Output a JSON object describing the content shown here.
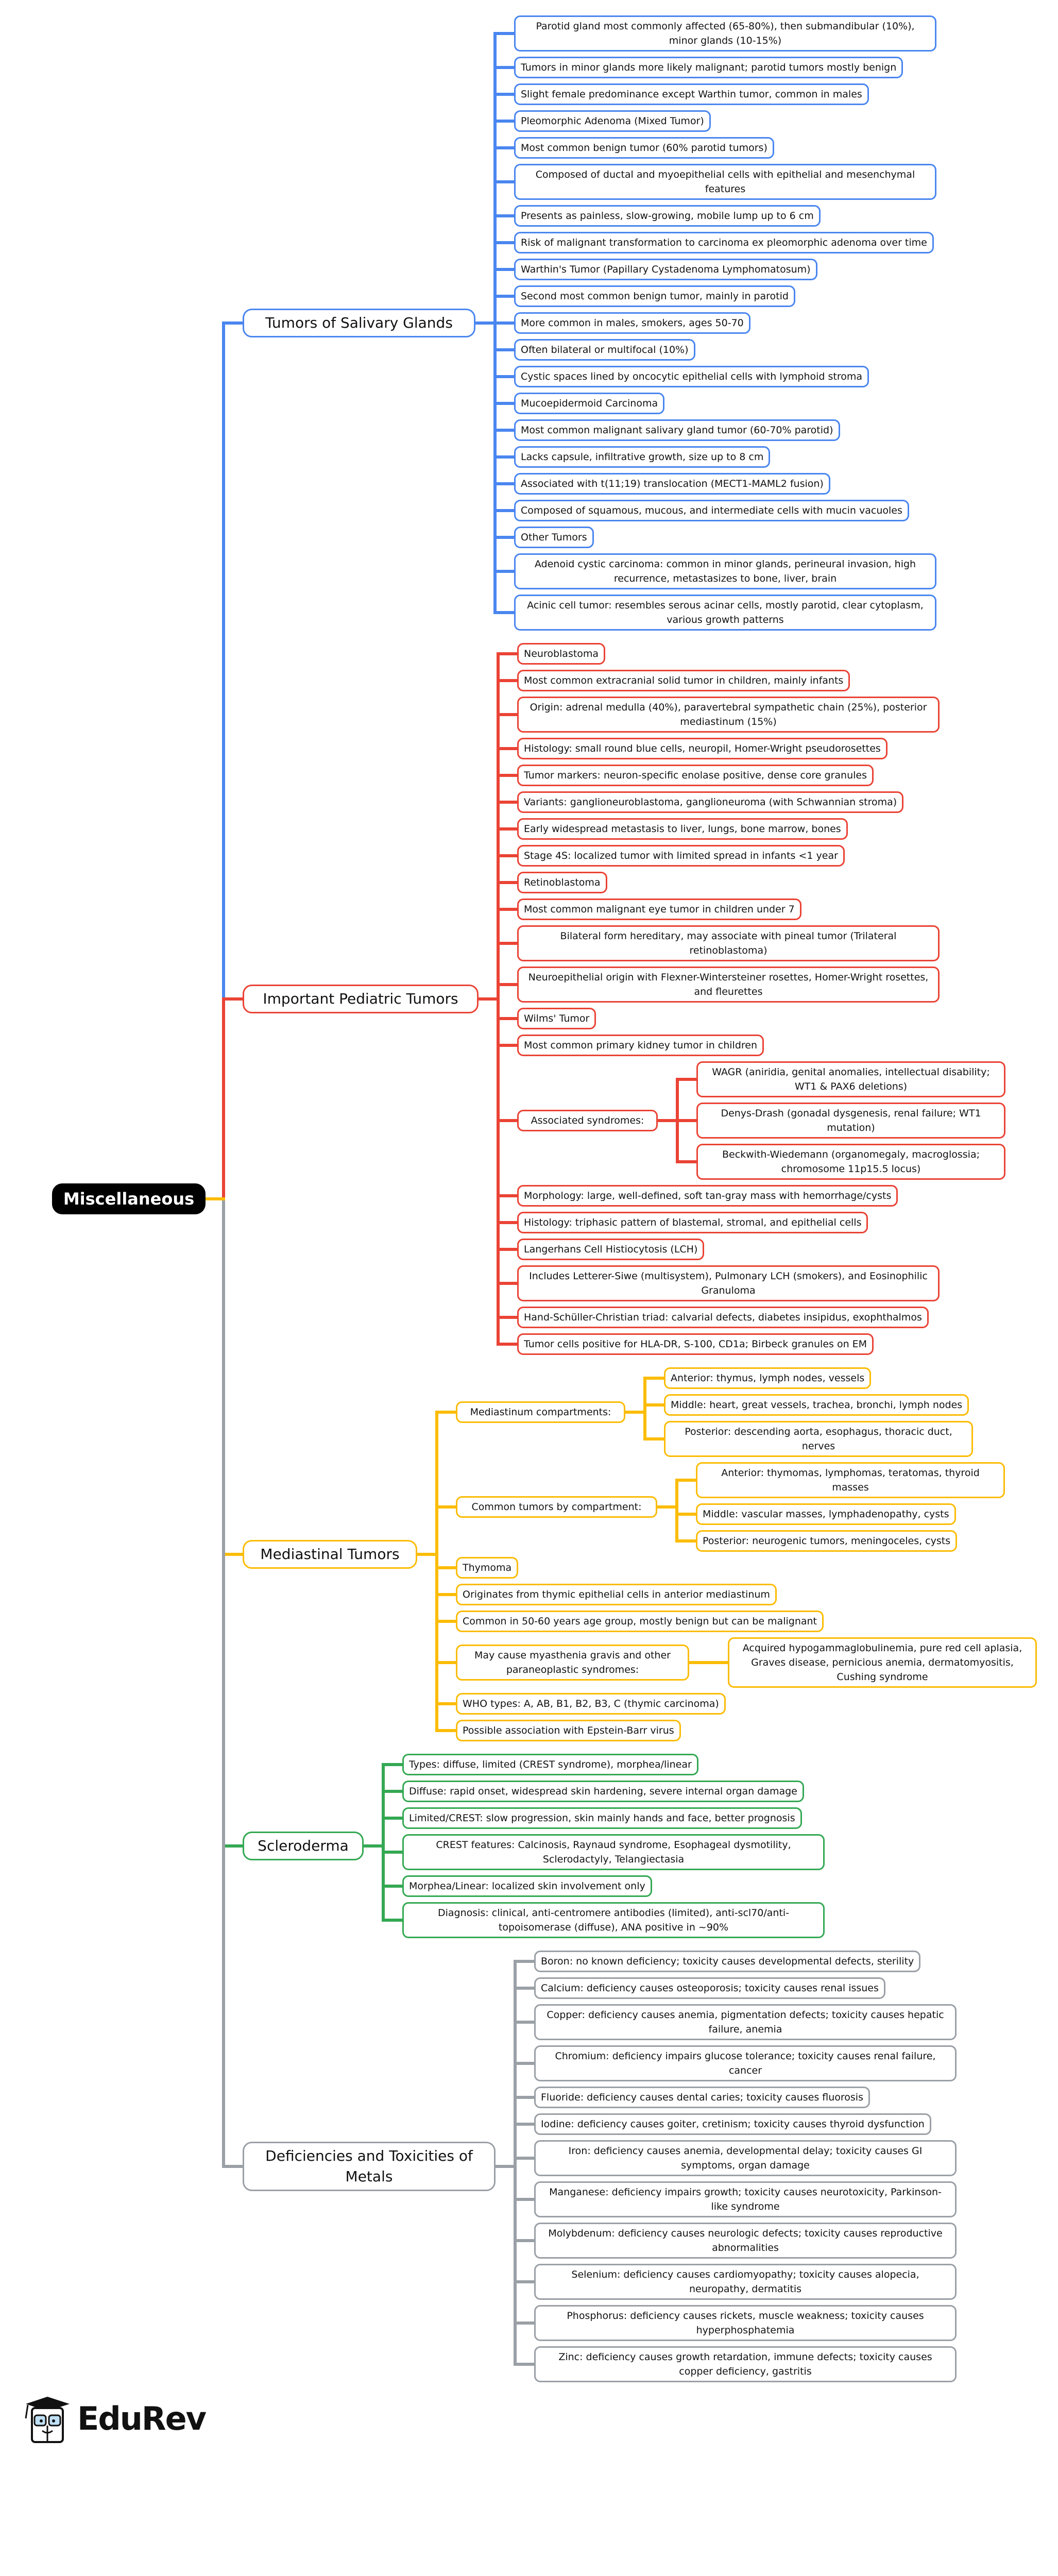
{
  "root": "Miscellaneous",
  "brand": "EduRev",
  "colors": {
    "salivary": "#4a86f0",
    "pediatric": "#ea4335",
    "mediastinal": "#fbbc05",
    "scleroderma": "#34a853",
    "metals": "#9aa0a6",
    "root": "#000000"
  },
  "branches": [
    {
      "title": "Tumors of Salivary Glands",
      "items": [
        {
          "text": "Parotid gland most commonly affected (65-80%), then submandibular (10%), minor glands (10-15%)"
        },
        {
          "text": "Tumors in minor glands more likely malignant; parotid tumors mostly benign"
        },
        {
          "text": "Slight female predominance except Warthin tumor, common in males"
        },
        {
          "text": "Pleomorphic Adenoma (Mixed Tumor)"
        },
        {
          "text": "Most common benign tumor (60% parotid tumors)"
        },
        {
          "text": "Composed of ductal and myoepithelial cells with epithelial and mesenchymal features"
        },
        {
          "text": "Presents as painless, slow-growing, mobile lump up to 6 cm"
        },
        {
          "text": "Risk of malignant transformation to carcinoma ex pleomorphic adenoma over time"
        },
        {
          "text": "Warthin's Tumor (Papillary Cystadenoma Lymphomatosum)"
        },
        {
          "text": "Second most common benign tumor, mainly in parotid"
        },
        {
          "text": "More common in males, smokers, ages 50-70"
        },
        {
          "text": "Often bilateral or multifocal (10%)"
        },
        {
          "text": "Cystic spaces lined by oncocytic epithelial cells with lymphoid stroma"
        },
        {
          "text": "Mucoepidermoid Carcinoma"
        },
        {
          "text": "Most common malignant salivary gland tumor (60-70% parotid)"
        },
        {
          "text": "Lacks capsule, infiltrative growth, size up to 8 cm"
        },
        {
          "text": "Associated with t(11;19) translocation (MECT1-MAML2 fusion)"
        },
        {
          "text": "Composed of squamous, mucous, and intermediate cells with mucin vacuoles"
        },
        {
          "text": "Other Tumors"
        },
        {
          "text": "Adenoid cystic carcinoma: common in minor glands, perineural invasion, high recurrence, metastasizes to bone, liver, brain"
        },
        {
          "text": "Acinic cell tumor: resembles serous acinar cells, mostly parotid, clear cytoplasm, various growth patterns"
        }
      ]
    },
    {
      "title": "Important Pediatric Tumors",
      "items": [
        {
          "text": "Neuroblastoma"
        },
        {
          "text": "Most common extracranial solid tumor in children, mainly infants"
        },
        {
          "text": "Origin: adrenal medulla (40%), paravertebral sympathetic chain (25%), posterior mediastinum (15%)"
        },
        {
          "text": "Histology: small round blue cells, neuropil, Homer-Wright pseudorosettes"
        },
        {
          "text": "Tumor markers: neuron-specific enolase positive, dense core granules"
        },
        {
          "text": "Variants: ganglioneuroblastoma, ganglioneuroma (with Schwannian stroma)"
        },
        {
          "text": "Early widespread metastasis to liver, lungs, bone marrow, bones"
        },
        {
          "text": "Stage 4S: localized tumor with limited spread in infants <1 year"
        },
        {
          "text": "Retinoblastoma"
        },
        {
          "text": "Most common malignant eye tumor in children under 7"
        },
        {
          "text": "Bilateral form hereditary, may associate with pineal tumor (Trilateral retinoblastoma)"
        },
        {
          "text": "Neuroepithelial origin with Flexner-Wintersteiner rosettes, Homer-Wright rosettes, and fleurettes"
        },
        {
          "text": "Wilms' Tumor"
        },
        {
          "text": "Most common primary kidney tumor in children"
        },
        {
          "text": "Associated syndromes:",
          "children": [
            {
              "text": "WAGR (aniridia, genital anomalies, intellectual disability; WT1 & PAX6 deletions)"
            },
            {
              "text": "Denys-Drash (gonadal dysgenesis, renal failure; WT1 mutation)"
            },
            {
              "text": "Beckwith-Wiedemann (organomegaly, macroglossia; chromosome 11p15.5 locus)"
            }
          ]
        },
        {
          "text": "Morphology: large, well-defined, soft tan-gray mass with hemorrhage/cysts"
        },
        {
          "text": "Histology: triphasic pattern of blastemal, stromal, and epithelial cells"
        },
        {
          "text": "Langerhans Cell Histiocytosis (LCH)"
        },
        {
          "text": "Includes Letterer-Siwe (multisystem), Pulmonary LCH (smokers), and Eosinophilic Granuloma"
        },
        {
          "text": "Hand-Schüller-Christian triad: calvarial defects, diabetes insipidus, exophthalmos"
        },
        {
          "text": "Tumor cells positive for HLA-DR, S-100, CD1a; Birbeck granules on EM"
        }
      ]
    },
    {
      "title": "Mediastinal Tumors",
      "items": [
        {
          "text": "Mediastinum compartments:",
          "children": [
            {
              "text": "Anterior: thymus, lymph nodes, vessels"
            },
            {
              "text": "Middle: heart, great vessels, trachea, bronchi, lymph nodes"
            },
            {
              "text": "Posterior: descending aorta, esophagus, thoracic duct, nerves"
            }
          ]
        },
        {
          "text": "Common tumors by compartment:",
          "children": [
            {
              "text": "Anterior: thymomas, lymphomas, teratomas, thyroid masses"
            },
            {
              "text": "Middle: vascular masses, lymphadenopathy, cysts"
            },
            {
              "text": "Posterior: neurogenic tumors, meningoceles, cysts"
            }
          ]
        },
        {
          "text": "Thymoma"
        },
        {
          "text": "Originates from thymic epithelial cells in anterior mediastinum"
        },
        {
          "text": "Common in 50-60 years age group, mostly benign but can be malignant"
        },
        {
          "text": "May cause myasthenia gravis and other paraneoplastic syndromes:",
          "children": [
            {
              "text": "Acquired hypogammaglobulinemia, pure red cell aplasia, Graves disease, pernicious anemia, dermatomyositis, Cushing syndrome"
            }
          ]
        },
        {
          "text": "WHO types: A, AB, B1, B2, B3, C (thymic carcinoma)"
        },
        {
          "text": "Possible association with Epstein-Barr virus"
        }
      ]
    },
    {
      "title": "Scleroderma",
      "items": [
        {
          "text": "Types: diffuse, limited (CREST syndrome), morphea/linear"
        },
        {
          "text": "Diffuse: rapid onset, widespread skin hardening, severe internal organ damage"
        },
        {
          "text": "Limited/CREST: slow progression, skin mainly hands and face, better prognosis"
        },
        {
          "text": "CREST features: Calcinosis, Raynaud syndrome, Esophageal dysmotility, Sclerodactyly, Telangiectasia"
        },
        {
          "text": "Morphea/Linear: localized skin involvement only"
        },
        {
          "text": "Diagnosis: clinical, anti-centromere antibodies (limited), anti-scl70/anti-topoisomerase (diffuse), ANA positive in ~90%"
        }
      ]
    },
    {
      "title": "Deficiencies and Toxicities of Metals",
      "items": [
        {
          "text": "Boron: no known deficiency; toxicity causes developmental defects, sterility"
        },
        {
          "text": "Calcium: deficiency causes osteoporosis; toxicity causes renal issues"
        },
        {
          "text": "Copper: deficiency causes anemia, pigmentation defects; toxicity causes hepatic failure, anemia"
        },
        {
          "text": "Chromium: deficiency impairs glucose tolerance; toxicity causes renal failure, cancer"
        },
        {
          "text": "Fluoride: deficiency causes dental caries; toxicity causes fluorosis"
        },
        {
          "text": "Iodine: deficiency causes goiter, cretinism; toxicity causes thyroid dysfunction"
        },
        {
          "text": "Iron: deficiency causes anemia, developmental delay; toxicity causes GI symptoms, organ damage"
        },
        {
          "text": "Manganese: deficiency impairs growth; toxicity causes neurotoxicity, Parkinson-like syndrome"
        },
        {
          "text": "Molybdenum: deficiency causes neurologic defects; toxicity causes reproductive abnormalities"
        },
        {
          "text": "Selenium: deficiency causes cardiomyopathy; toxicity causes alopecia, neuropathy, dermatitis"
        },
        {
          "text": "Phosphorus: deficiency causes rickets, muscle weakness; toxicity causes hyperphosphatemia"
        },
        {
          "text": "Zinc: deficiency causes growth retardation, immune defects; toxicity causes copper deficiency, gastritis"
        }
      ]
    }
  ]
}
